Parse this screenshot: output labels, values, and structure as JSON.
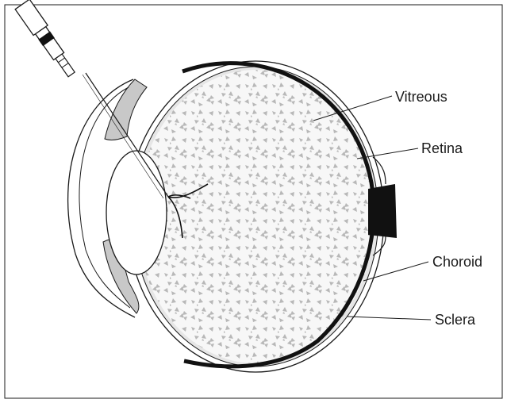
{
  "diagram": {
    "labels": {
      "vitreous": "Vitreous",
      "retina": "Retina",
      "choroid": "Choroid",
      "sclera": "Sclera"
    }
  },
  "colors": {
    "frame": "#1a1a1a",
    "vitreous_fill": "#f7f7f7",
    "texture": "#b8b8b8",
    "tissue_gray": "#c8c8c8",
    "retina": "#111111"
  },
  "icons": [
    "syringe-icon",
    "eye-globe-icon",
    "lens-icon",
    "optic-nerve-icon"
  ]
}
